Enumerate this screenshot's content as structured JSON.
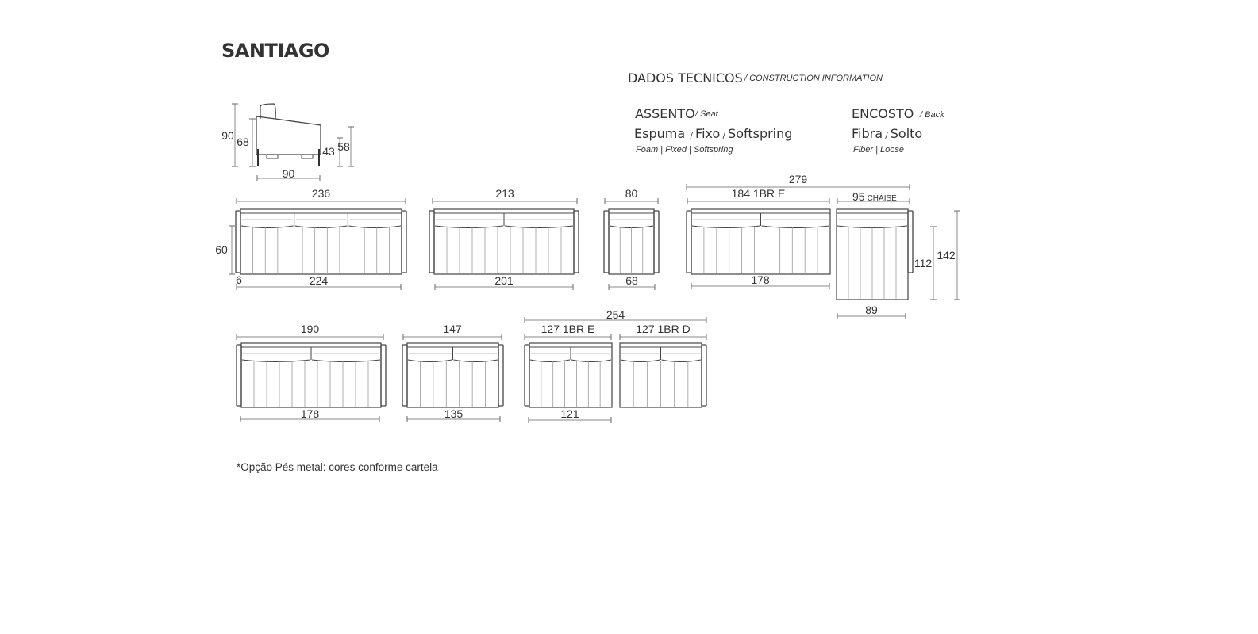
{
  "title": "SANTIAGO",
  "tech": {
    "heading": "DADOS TECNICOS",
    "heading_sub": "/ CONSTRUCTION INFORMATION",
    "seat": {
      "label": "ASSENTO",
      "label_sub": "/ Seat",
      "pt": [
        "Espuma",
        "Fixo",
        "Softspring"
      ],
      "en": "Foam | Fixed | Softspring"
    },
    "back": {
      "label": "ENCOSTO",
      "label_sub": "/ Back",
      "pt": [
        "Fibra",
        "Solto"
      ],
      "en": "Fiber | Loose"
    }
  },
  "side_view": {
    "total_height": "90",
    "arm_height": "68",
    "seat_height": "43",
    "seat_top": "58",
    "depth": "90"
  },
  "models": {
    "m236": {
      "width": "236",
      "inner": "224",
      "depth": "60",
      "arm": "6"
    },
    "m213": {
      "width": "213",
      "inner": "201"
    },
    "m80": {
      "width": "80",
      "inner": "68"
    },
    "corner": {
      "total": "279",
      "sofa": "184 1BR E",
      "chaise_num": "95",
      "chaise_word": "CHAISE",
      "sofa_inner": "178",
      "chaise_inner": "89",
      "chaise_depth": "112",
      "chaise_total_depth": "142"
    },
    "m190": {
      "width": "190",
      "inner": "178"
    },
    "m147": {
      "width": "147",
      "inner": "135"
    },
    "pair": {
      "total": "254",
      "left": "127 1BR E",
      "right": "127 1BR D",
      "inner": "121"
    }
  },
  "note": "*Opção Pés metal: cores conforme cartela"
}
